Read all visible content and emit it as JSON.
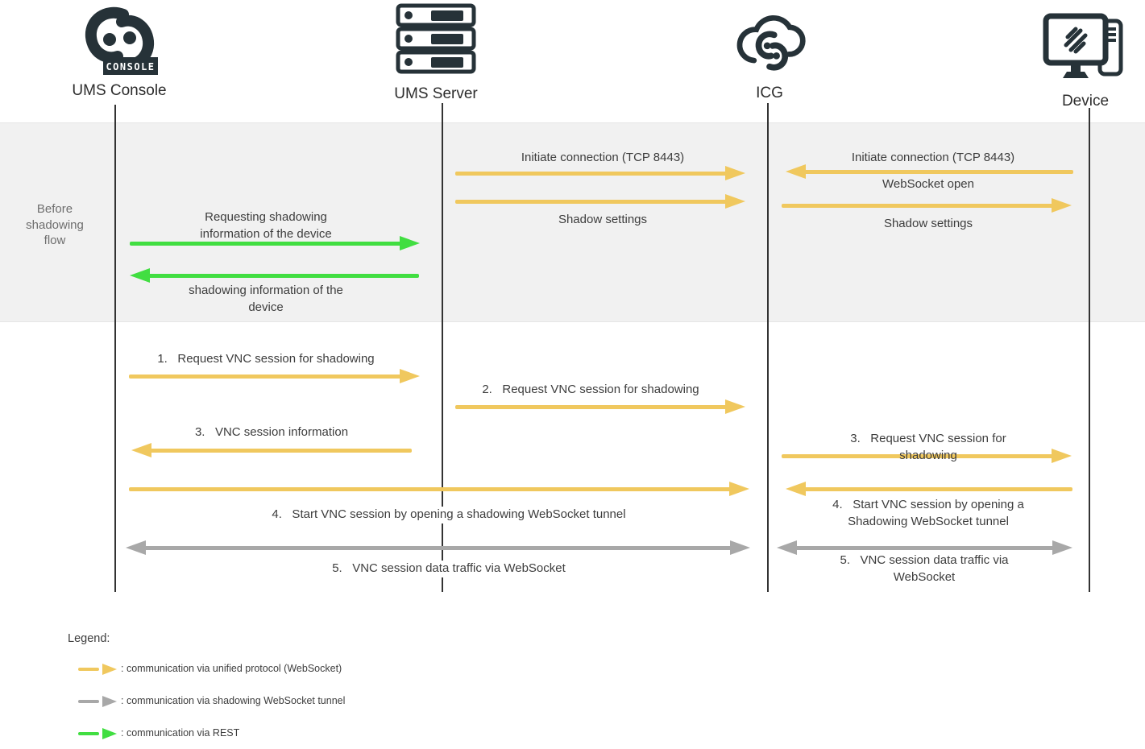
{
  "actors": [
    {
      "name": "UMS Console",
      "icon": "igel-console-icon"
    },
    {
      "name": "UMS Server",
      "icon": "server-stack-icon"
    },
    {
      "name": "ICG",
      "icon": "icg-cloud-icon"
    },
    {
      "name": "Device",
      "icon": "device-icon"
    }
  ],
  "phase": {
    "label": "Before\nshadowing\nflow"
  },
  "messages": {
    "init_conn_ums_icg": "Initiate connection (TCP 8443)",
    "shadow_settings_ums_icg": "Shadow settings",
    "init_conn_device_icg": "Initiate connection (TCP 8443)",
    "websocket_open": "WebSocket open",
    "shadow_settings_icg_device": "Shadow settings",
    "request_shadow_info": "Requesting shadowing\ninformation of the device",
    "shadow_info_response": "shadowing information of the\ndevice",
    "step1": "1.   Request VNC session for shadowing",
    "step2": "2.   Request VNC session for shadowing",
    "step3_ums": "3.   VNC session information",
    "step3_device": "3.   Request VNC session for shadowing",
    "step4_mid": "4.   Start VNC session by opening a shadowing WebSocket tunnel",
    "step4_device": "4.   Start VNC session by opening a\nShadowing WebSocket tunnel",
    "step5_mid": "5.   VNC session data traffic via WebSocket",
    "step5_device": "5.   VNC session data traffic via\nWebSocket"
  },
  "legend": {
    "title": "Legend:",
    "items": [
      {
        "color": "#f0c85e",
        "label": ": communication via unified protocol (WebSocket)"
      },
      {
        "color": "#a8a8a8",
        "label": ": communication via shadowing WebSocket tunnel"
      },
      {
        "color": "#41de41",
        "label": ": communication via REST"
      }
    ]
  },
  "colors": {
    "unified_protocol_arrow": "#f0c85e",
    "websocket_tunnel_arrow": "#a8a8a8",
    "rest_arrow": "#41de41",
    "icon_dark": "#263238",
    "band_background": "#f1f1f1",
    "text": "#3d3d3d"
  }
}
